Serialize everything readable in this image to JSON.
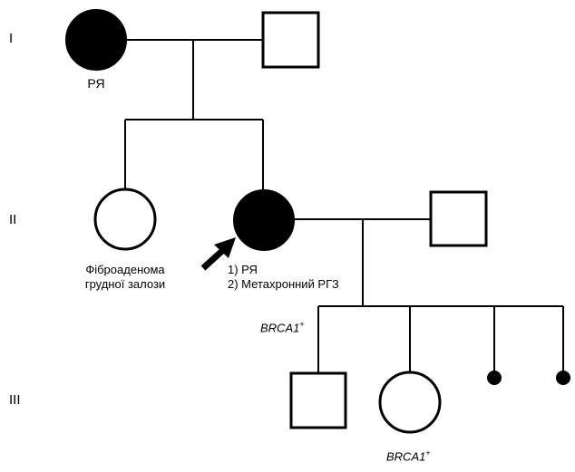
{
  "generations": {
    "gen1": "I",
    "gen2": "II",
    "gen3": "III"
  },
  "gen1": {
    "grandmother_label": "РЯ"
  },
  "gen2": {
    "sister_label_line1": "Фіброаденома",
    "sister_label_line2": "грудної залози",
    "proband_label_line1": "1) РЯ",
    "proband_label_line2": "2) Метахронний РГЗ",
    "proband_gene_label": "BRCA1",
    "proband_gene_sup": "+"
  },
  "gen3": {
    "daughter_gene_label": "BRCA1",
    "daughter_gene_sup": "+"
  },
  "colors": {
    "stroke": "#000000",
    "affected_fill": "#000000",
    "unaffected_fill": "#ffffff"
  }
}
